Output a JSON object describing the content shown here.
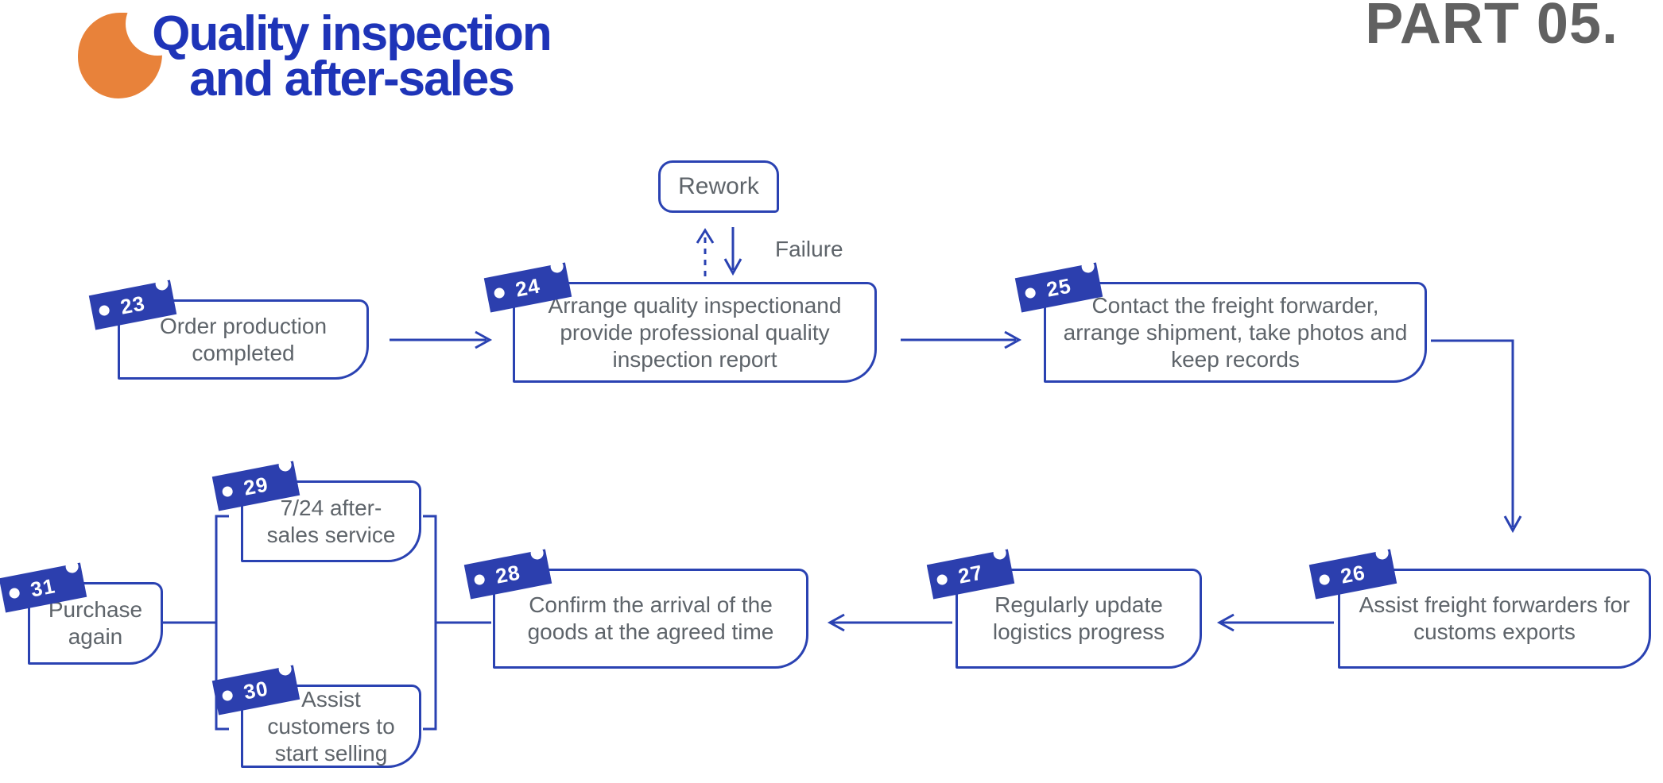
{
  "header": {
    "title_line1": "Quality inspection",
    "title_line2": "and after-sales",
    "part_label": "PART 05."
  },
  "colors": {
    "line_blue": "#2a42b2",
    "badge_blue": "#2c3fae",
    "title_blue": "#1e34b8",
    "accent_orange": "#e8823a",
    "text_gray": "#5e646a",
    "part_gray": "#616161"
  },
  "flow": {
    "failure_label": "Failure",
    "rework": {
      "label": "Rework"
    },
    "steps": {
      "s23": {
        "number": "23",
        "text": "Order production completed"
      },
      "s24": {
        "number": "24",
        "text": "Arrange quality inspectionand provide professional quality inspection report"
      },
      "s25": {
        "number": "25",
        "text": "Contact the freight forwarder, arrange shipment, take photos and keep records"
      },
      "s26": {
        "number": "26",
        "text": "Assist freight forwarders for customs exports"
      },
      "s27": {
        "number": "27",
        "text": "Regularly update logistics progress"
      },
      "s28": {
        "number": "28",
        "text": "Confirm the arrival of the goods at the agreed time"
      },
      "s29": {
        "number": "29",
        "text": "7/24 after-sales service"
      },
      "s30": {
        "number": "30",
        "text": "Assist customers to start selling"
      },
      "s31": {
        "number": "31",
        "text": "Purchase again"
      }
    }
  }
}
